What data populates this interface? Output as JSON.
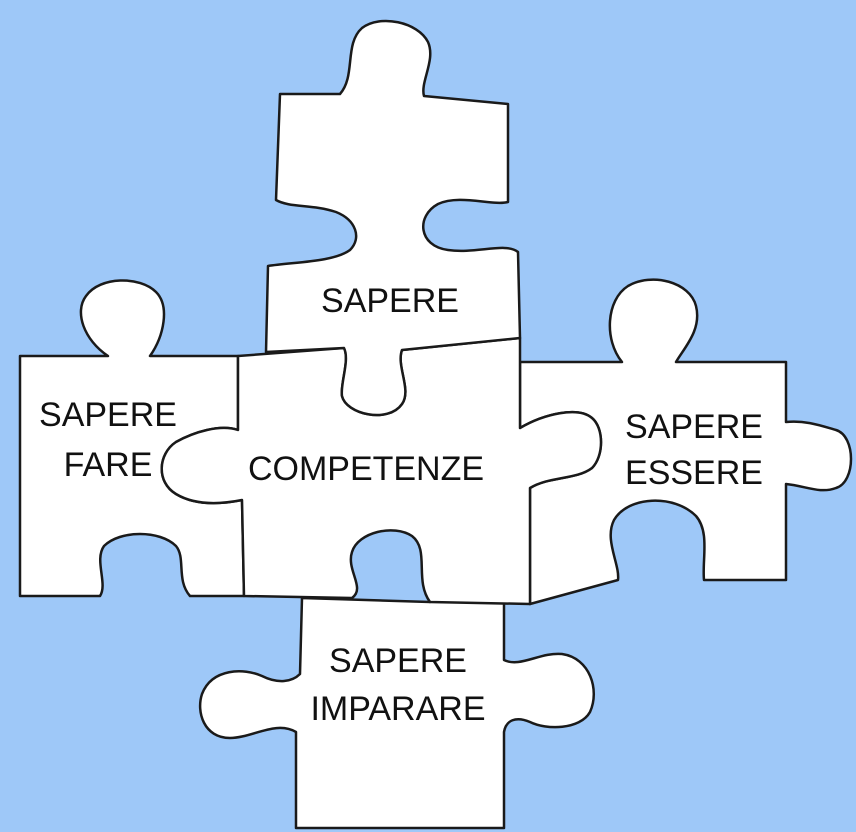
{
  "colors": {
    "background": "#9ec8f8",
    "piece_fill": "#ffffff",
    "outline": "#1a1a1a",
    "text": "#111111"
  },
  "pieces": {
    "top": {
      "line1": "SAPERE"
    },
    "left": {
      "line1": "SAPERE",
      "line2": "FARE"
    },
    "center": {
      "line1": "COMPETENZE"
    },
    "right": {
      "line1": "SAPERE",
      "line2": "ESSERE"
    },
    "bottom": {
      "line1": "SAPERE",
      "line2": "IMPARARE"
    }
  }
}
